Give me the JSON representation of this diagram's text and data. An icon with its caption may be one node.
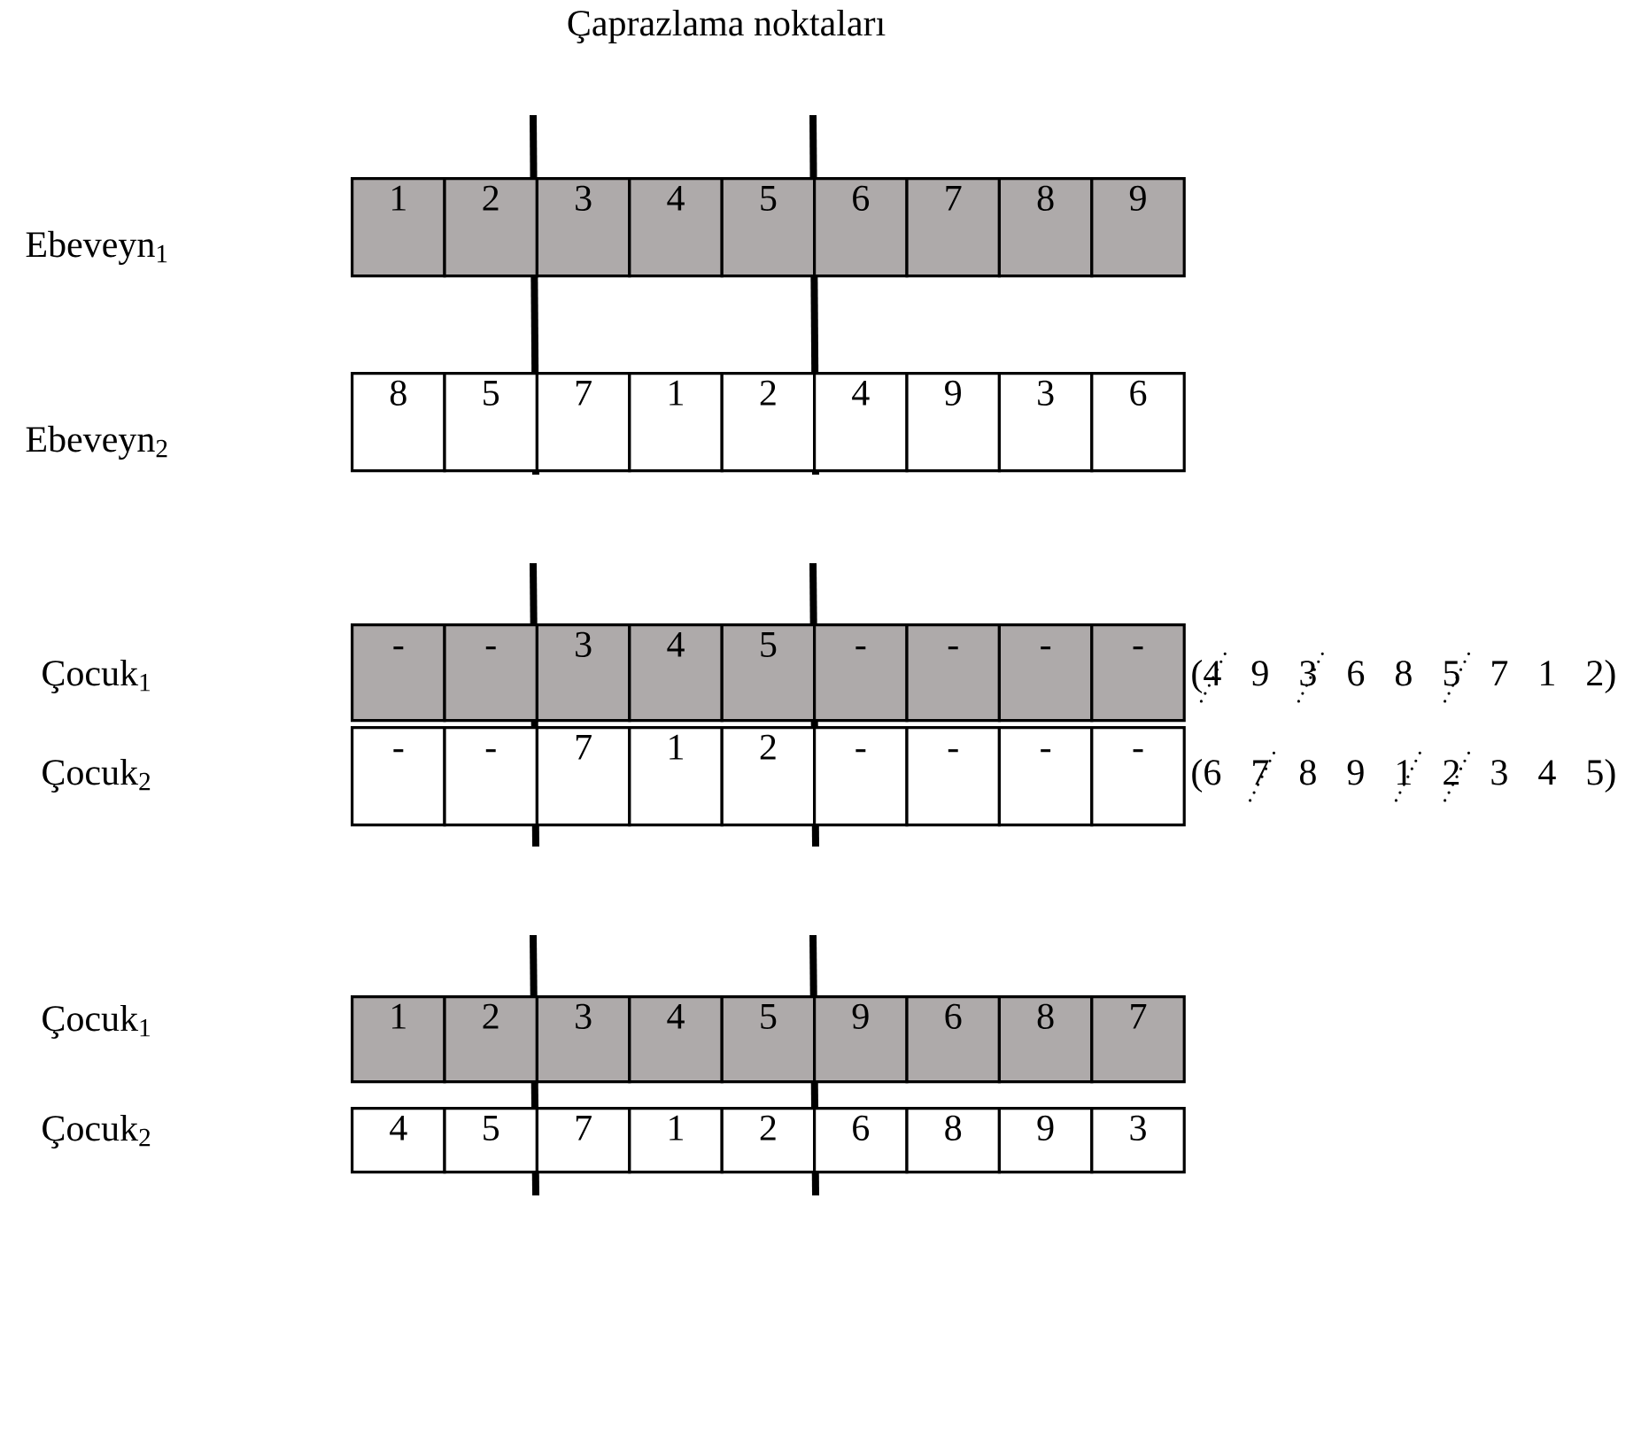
{
  "diagram": {
    "title": "Çaprazlama noktaları",
    "nodes": [
      {
        "text": [
          "1"
        ]
      },
      {
        "text": [
          "2"
        ]
      },
      {
        "text": [
          "3"
        ]
      },
      {
        "text": [
          "4"
        ]
      },
      {
        "text": [
          "5"
        ]
      },
      {
        "text": [
          "6"
        ]
      },
      {
        "text": [
          "7"
        ]
      },
      {
        "text": [
          "8"
        ]
      },
      {
        "text": [
          "9"
        ]
      },
      {
        "text": [
          "8"
        ]
      },
      {
        "text": [
          "5"
        ]
      },
      {
        "text": [
          "7"
        ]
      },
      {
        "text": [
          "1"
        ]
      },
      {
        "text": [
          "2"
        ]
      },
      {
        "text": [
          "4"
        ]
      },
      {
        "text": [
          "9"
        ]
      },
      {
        "text": [
          "3"
        ]
      },
      {
        "text": [
          "6"
        ]
      },
      {
        "text": [
          "-"
        ]
      },
      {
        "text": [
          "-"
        ]
      },
      {
        "text": [
          "3"
        ]
      },
      {
        "text": [
          "4"
        ]
      },
      {
        "text": [
          "5"
        ]
      },
      {
        "text": [
          "-"
        ]
      },
      {
        "text": [
          "-"
        ]
      },
      {
        "text": [
          "-"
        ]
      },
      {
        "text": [
          "-"
        ]
      },
      {
        "text": [
          "-"
        ]
      },
      {
        "text": [
          "-"
        ]
      },
      {
        "text": [
          "7"
        ]
      },
      {
        "text": [
          "1"
        ]
      },
      {
        "text": [
          "2"
        ]
      },
      {
        "text": [
          "-"
        ]
      },
      {
        "text": [
          "-"
        ]
      },
      {
        "text": [
          "-"
        ]
      },
      {
        "text": [
          "-"
        ]
      },
      {
        "text": [
          "1"
        ]
      },
      {
        "text": [
          "2"
        ]
      },
      {
        "text": [
          "3"
        ]
      },
      {
        "text": [
          "4"
        ]
      },
      {
        "text": [
          "5"
        ]
      },
      {
        "text": [
          "9"
        ]
      },
      {
        "text": [
          "6"
        ]
      },
      {
        "text": [
          "8"
        ]
      },
      {
        "text": [
          "7"
        ]
      },
      {
        "text": [
          "4"
        ]
      },
      {
        "text": [
          "5"
        ]
      },
      {
        "text": [
          "7"
        ]
      },
      {
        "text": [
          "1"
        ]
      },
      {
        "text": [
          "2"
        ]
      },
      {
        "text": [
          "6"
        ]
      },
      {
        "text": [
          "8"
        ]
      },
      {
        "text": [
          "9"
        ]
      },
      {
        "text": [
          "3"
        ]
      }
    ],
    "labels": [
      "Ebeveyn$_{1}$",
      "Ebeveyn$_{2}$",
      "Çocuk$_{1}$",
      "(4 9 3 6 8 5 7 1 2)",
      "Çocuk$_{2}$",
      "(6 7 8 9 1 2 3 4 5)",
      "Çocuk$_{1}$",
      "Çocuk$_{2}$"
    ]
  }
}
